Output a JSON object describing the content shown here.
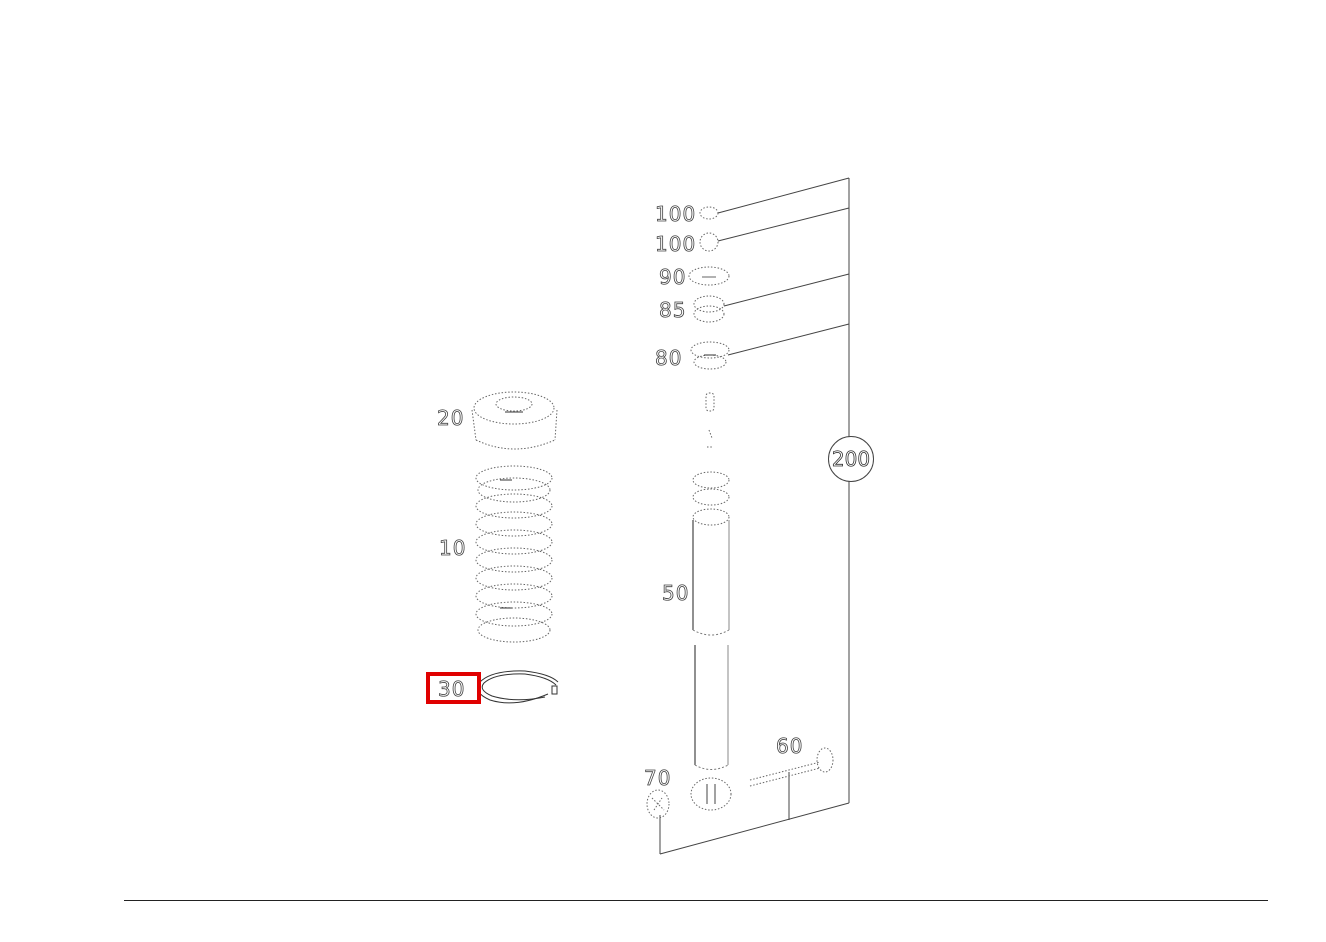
{
  "diagram": {
    "type": "exploded-parts-diagram",
    "subject": "strut / shock absorber assembly with coil spring",
    "highlight_color": "#e00000",
    "line_color": "#333333",
    "parts": [
      {
        "id": "p20",
        "label": "20",
        "shape": "spring-top-seat"
      },
      {
        "id": "p10",
        "label": "10",
        "shape": "coil-spring"
      },
      {
        "id": "p30",
        "label": "30",
        "shape": "spring-clip-ring",
        "highlighted": true
      },
      {
        "id": "p100a",
        "label": "100",
        "shape": "nut"
      },
      {
        "id": "p100b",
        "label": "100",
        "shape": "washer"
      },
      {
        "id": "p90",
        "label": "90",
        "shape": "plate-washer"
      },
      {
        "id": "p85",
        "label": "85",
        "shape": "rubber-bushing"
      },
      {
        "id": "p80",
        "label": "80",
        "shape": "rubber-bushing"
      },
      {
        "id": "p50",
        "label": "50",
        "shape": "shock-absorber"
      },
      {
        "id": "p60",
        "label": "60",
        "shape": "bolt"
      },
      {
        "id": "p70",
        "label": "70",
        "shape": "nut"
      }
    ],
    "assembly_callout": {
      "label": "200"
    }
  },
  "footer": {
    "rule": true
  }
}
